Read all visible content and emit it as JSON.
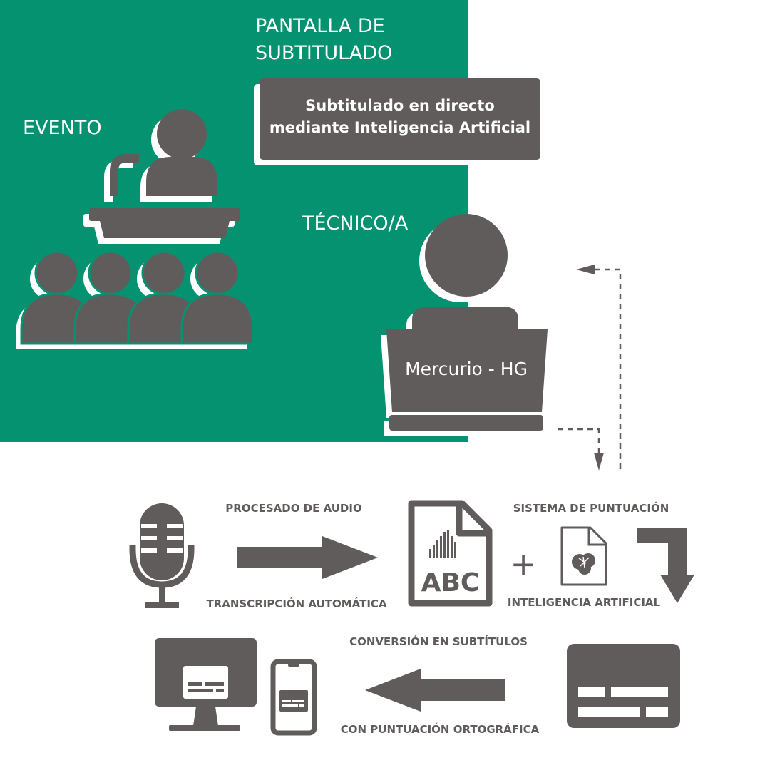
{
  "panel": {
    "background": "#059271",
    "screen_label": [
      "PANTALLA DE",
      "SUBTITULADO"
    ],
    "screen_text": [
      "Subtitulado en directo",
      "mediante Inteligencia Artificial"
    ],
    "event_label": "EVENTO",
    "technician_label": "TÉCNICO/A",
    "laptop_label": "Mercurio - HG"
  },
  "process": {
    "step1_top": "PROCESADO DE AUDIO",
    "step1_bottom": "TRANSCRIPCIÓN AUTOMÁTICA",
    "doc_label": "ABC",
    "plus": "+",
    "step2_top": "SISTEMA DE PUNTUACIÓN",
    "step2_bottom": "INTELIGENCIA ARTIFICIAL",
    "step3_top": "CONVERSIÓN EN SUBTÍTULOS",
    "step3_bottom": "CON PUNTUACIÓN ORTOGRÁFICA"
  },
  "colors": {
    "icon": "#615c5c",
    "green": "#059271",
    "white": "#ffffff"
  }
}
